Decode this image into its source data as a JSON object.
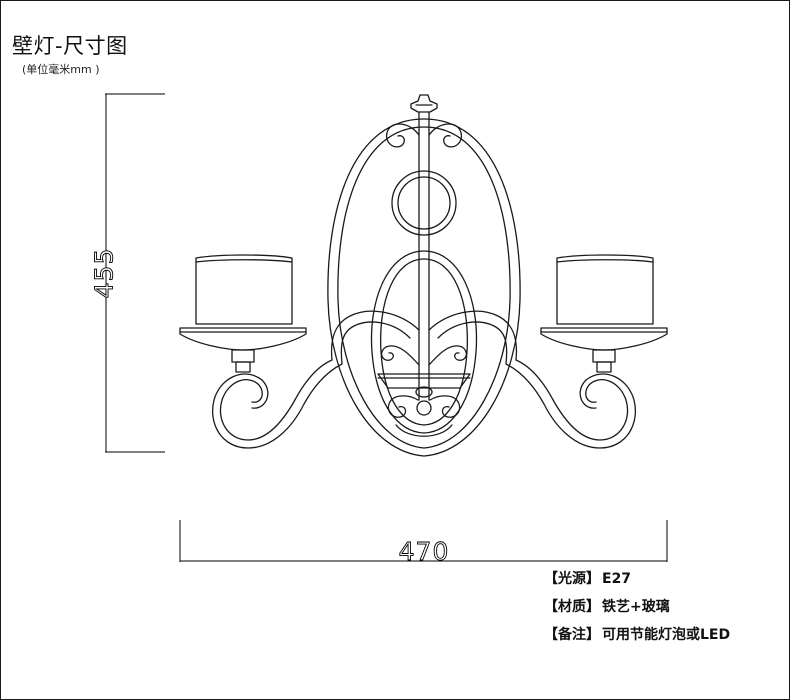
{
  "title": "壁灯-尺寸图",
  "unit_note": "(单位毫米mm )",
  "dimensions": {
    "height": "455",
    "width": "470"
  },
  "specs": [
    {
      "label": "【光源】",
      "value": "E27"
    },
    {
      "label": "【材质】",
      "value": "铁艺+玻璃"
    },
    {
      "label": "【备注】",
      "value": "可用节能灯泡或LED"
    }
  ]
}
